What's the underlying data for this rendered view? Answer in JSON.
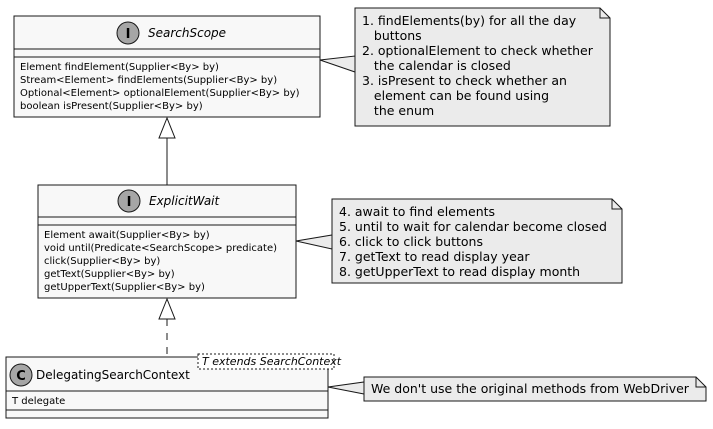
{
  "diagram": {
    "classes": [
      {
        "id": "search-scope",
        "kind": "interface",
        "stereotype": "I",
        "name": "SearchScope",
        "members": [
          "Element findElement(Supplier<By> by)",
          "Stream<Element> findElements(Supplier<By> by)",
          "Optional<Element> optionalElement(Supplier<By> by)",
          "boolean isPresent(Supplier<By> by)"
        ]
      },
      {
        "id": "explicit-wait",
        "kind": "interface",
        "stereotype": "I",
        "name": "ExplicitWait",
        "members": [
          "Element await(Supplier<By> by)",
          "void until(Predicate<SearchScope> predicate)",
          "click(Supplier<By> by)",
          "getText(Supplier<By> by)",
          "getUpperText(Supplier<By> by)"
        ]
      },
      {
        "id": "delegating-search-context",
        "kind": "class",
        "stereotype": "C",
        "name": "DelegatingSearchContext",
        "generic": "T extends SearchContext",
        "members": [
          "T delegate"
        ]
      }
    ],
    "notes": [
      {
        "id": "note-search-scope",
        "lines": [
          "1. findElements(by) for all the day",
          "   buttons",
          "2. optionalElement to check whether",
          "   the calendar is closed",
          "3. isPresent to check whether an",
          "   element can be found using",
          "   the enum"
        ]
      },
      {
        "id": "note-explicit-wait",
        "lines": [
          "4. await to find elements",
          "5. until to wait for calendar become closed",
          "6. click to click buttons",
          "7. getText to read display year",
          "8. getUpperText to read display month"
        ]
      },
      {
        "id": "note-delegating",
        "lines": [
          "We don't use the original methods from WebDriver"
        ]
      }
    ],
    "colors": {
      "class_fill": "#f8f8f8",
      "note_fill": "#ebebeb",
      "stroke": "#181818",
      "circle_fill": "#a6a6a6"
    }
  }
}
